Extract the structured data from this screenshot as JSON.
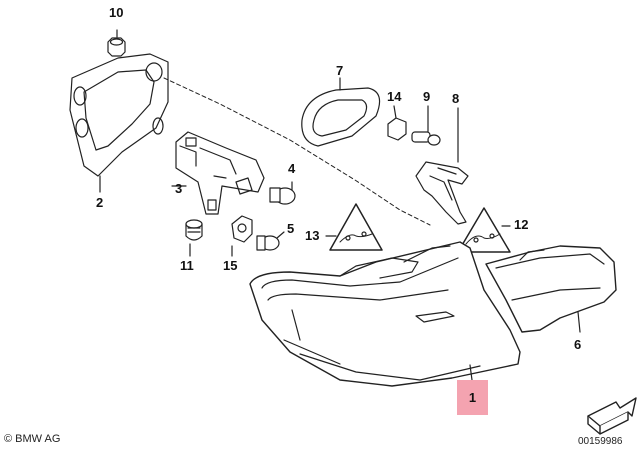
{
  "callouts": [
    {
      "id": "1",
      "label": "1"
    },
    {
      "id": "2",
      "label": "2"
    },
    {
      "id": "3",
      "label": "3"
    },
    {
      "id": "4",
      "label": "4"
    },
    {
      "id": "5",
      "label": "5"
    },
    {
      "id": "6",
      "label": "6"
    },
    {
      "id": "7",
      "label": "7"
    },
    {
      "id": "8",
      "label": "8"
    },
    {
      "id": "9",
      "label": "9"
    },
    {
      "id": "10",
      "label": "10"
    },
    {
      "id": "11",
      "label": "11"
    },
    {
      "id": "12",
      "label": "12"
    },
    {
      "id": "13",
      "label": "13"
    },
    {
      "id": "14",
      "label": "14"
    },
    {
      "id": "15",
      "label": "15"
    }
  ],
  "highlight_color": "#f4a3b0",
  "footer": {
    "copyright": "© BMW AG",
    "document_number": "00159986"
  },
  "icons": {
    "navigation": "arrow-nav-icon"
  }
}
